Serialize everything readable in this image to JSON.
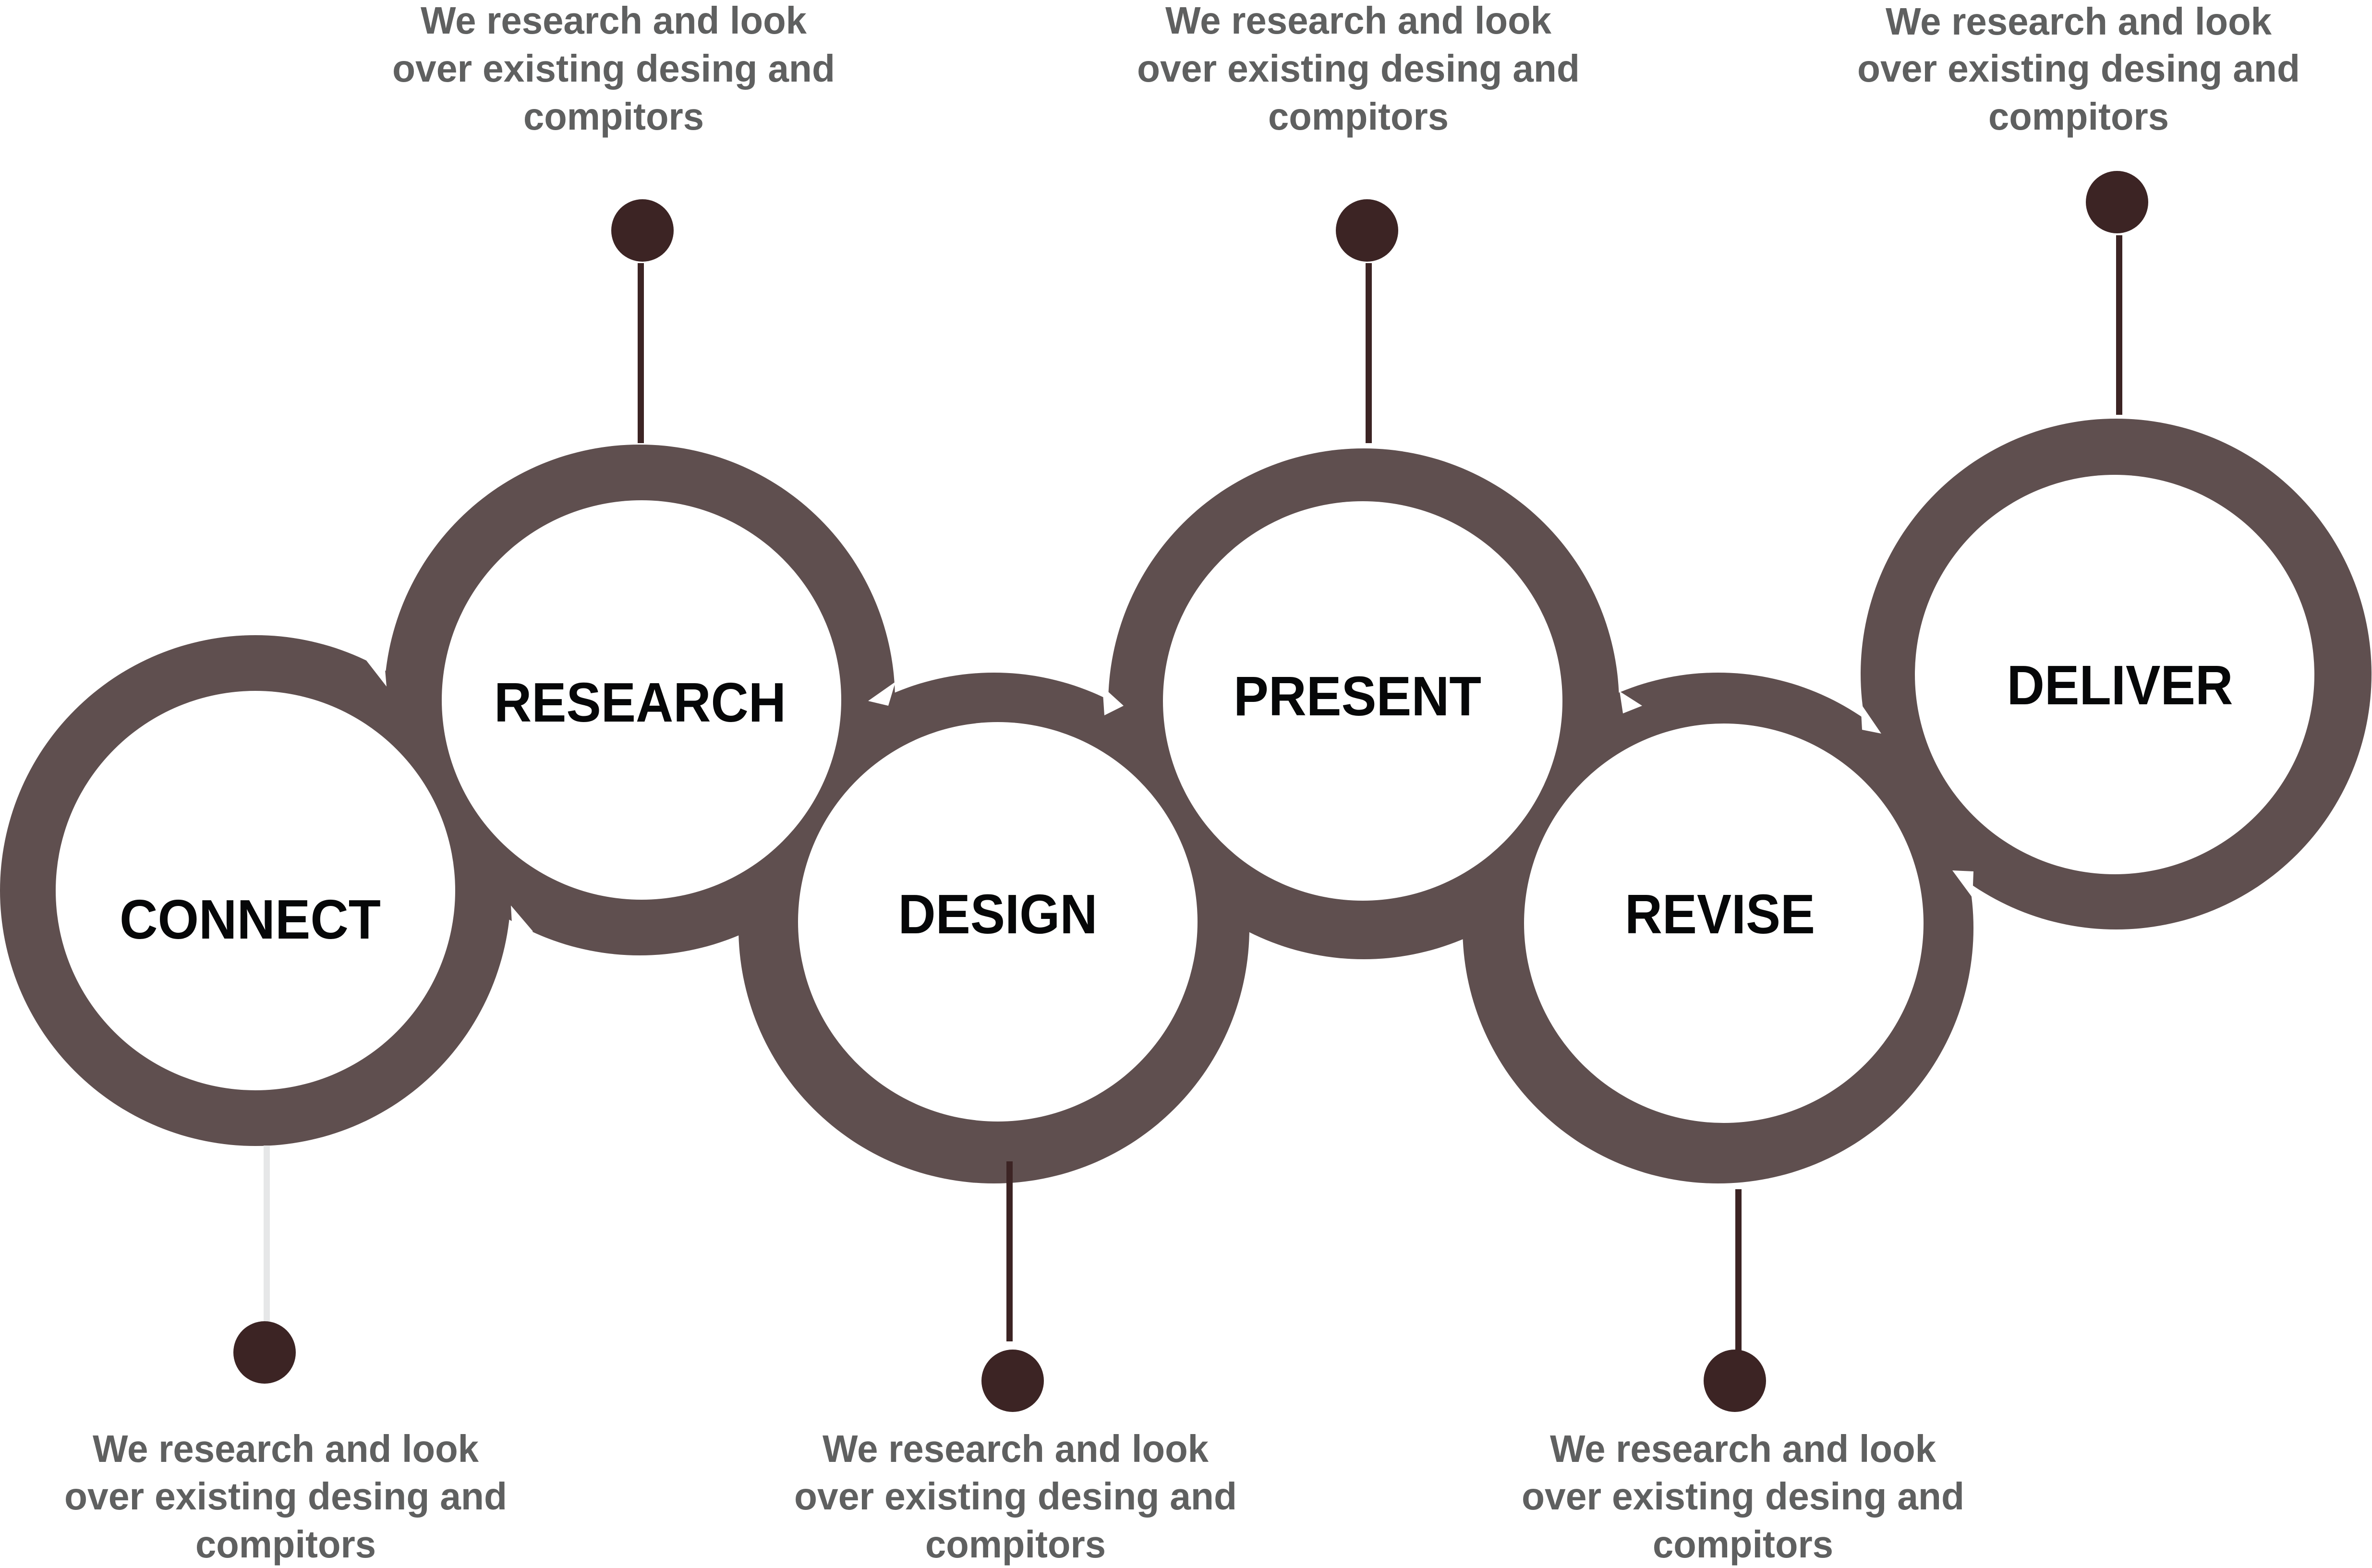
{
  "colors": {
    "ring": "#5f4f4f",
    "ring_inner": "#ffffff",
    "connector": "#3c2424",
    "connector_light": "#e6e7e8",
    "dot": "#3c2424",
    "label": "#060708",
    "description": "#5f6060"
  },
  "steps": [
    {
      "label": "CONNECT",
      "description_position": "bottom",
      "description": [
        "We research and look",
        "over existing desing and",
        "compitors"
      ]
    },
    {
      "label": "RESEARCH",
      "description_position": "top",
      "description": [
        "We research and look",
        "over existing desing and",
        "compitors"
      ]
    },
    {
      "label": "DESIGN",
      "description_position": "bottom",
      "description": [
        "We research and look",
        "over existing desing and",
        "compitors"
      ]
    },
    {
      "label": "PRESENT",
      "description_position": "top",
      "description": [
        "We research and look",
        "over existing desing and",
        "compitors"
      ]
    },
    {
      "label": "REVISE",
      "description_position": "bottom",
      "description": [
        "We research and look",
        "over existing desing and",
        "compitors"
      ]
    },
    {
      "label": "DELIVER",
      "description_position": "top",
      "description": [
        "We research and look",
        "over existing desing and",
        "compitors"
      ]
    }
  ]
}
